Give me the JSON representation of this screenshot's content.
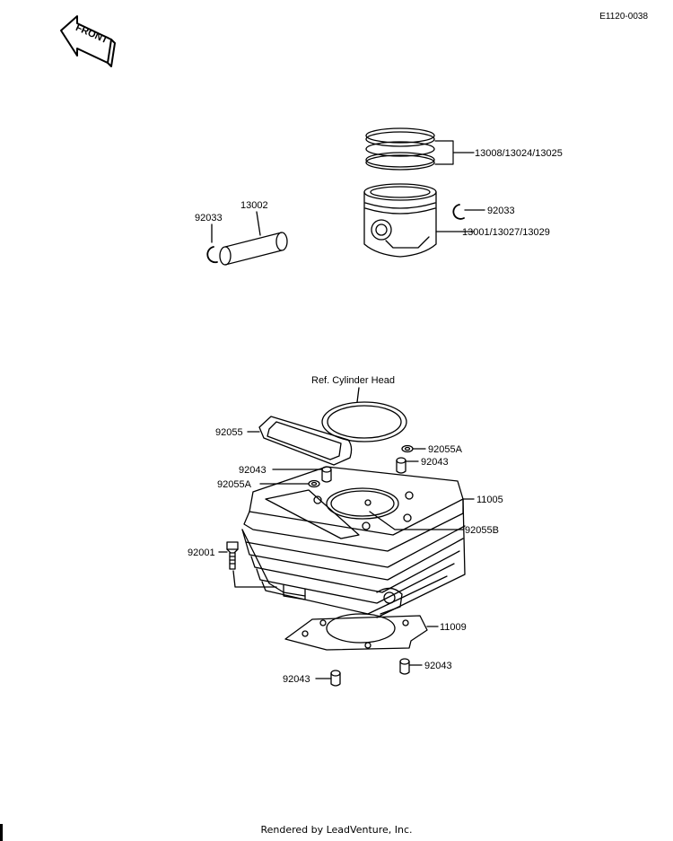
{
  "diagram_code": "E1120-0038",
  "front_label": "FRONT",
  "ref_label": "Ref. Cylinder Head",
  "parts": {
    "rings": "13008/13024/13025",
    "circlip_right": "92033",
    "piston": "13001/13027/13029",
    "circlip_left": "92033",
    "pin": "13002",
    "head_gasket": "92055",
    "oring_right": "92055A",
    "dowel_upper_right": "92043",
    "dowel_upper_left": "92043",
    "oring_left": "92055A",
    "cylinder": "11005",
    "oring_center": "92055B",
    "bolt": "92001",
    "base_gasket": "11009",
    "dowel_lower_right": "92043",
    "dowel_lower_left": "92043"
  },
  "footer": "Rendered by LeadVenture, Inc."
}
